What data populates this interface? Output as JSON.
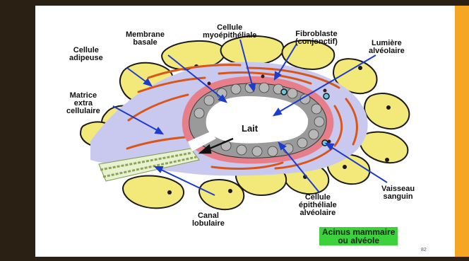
{
  "labels": {
    "cellule_adipeuse": "Cellule\nadipeuse",
    "membrane_basale": "Membrane\nbasale",
    "cellule_myoepitheliale": "Cellule\nmyoépithéliale",
    "fibroblaste": "Fibroblaste\n(conjonctif)",
    "lumiere_alveolaire": "Lumière\nalvéolaire",
    "matrice": "Matrice\nextra\ncellulaire",
    "lait": "Lait",
    "vaisseau": "Vaisseau\nsanguin",
    "cellule_epitheliale": "Cellule\népithéliale\nalvéolaire",
    "canal_lobulaire": "Canal\nlobulaire"
  },
  "title": "Acinus mammaire\nou alvéole",
  "page_number": "82",
  "colors": {
    "background_dark": "#2a2014",
    "accent": "#f5a623",
    "adipose_fill": "#f3e97a",
    "adipose_outline": "#1a1a1a",
    "matrix": "#c9c9ef",
    "fibers": "#d9551a",
    "epithelium": "#9a9a9a",
    "basal_layer": "#e77f8a",
    "lumen": "#ffffff",
    "arrows": "#1b3ccf",
    "title_bg": "#3dd13d"
  }
}
